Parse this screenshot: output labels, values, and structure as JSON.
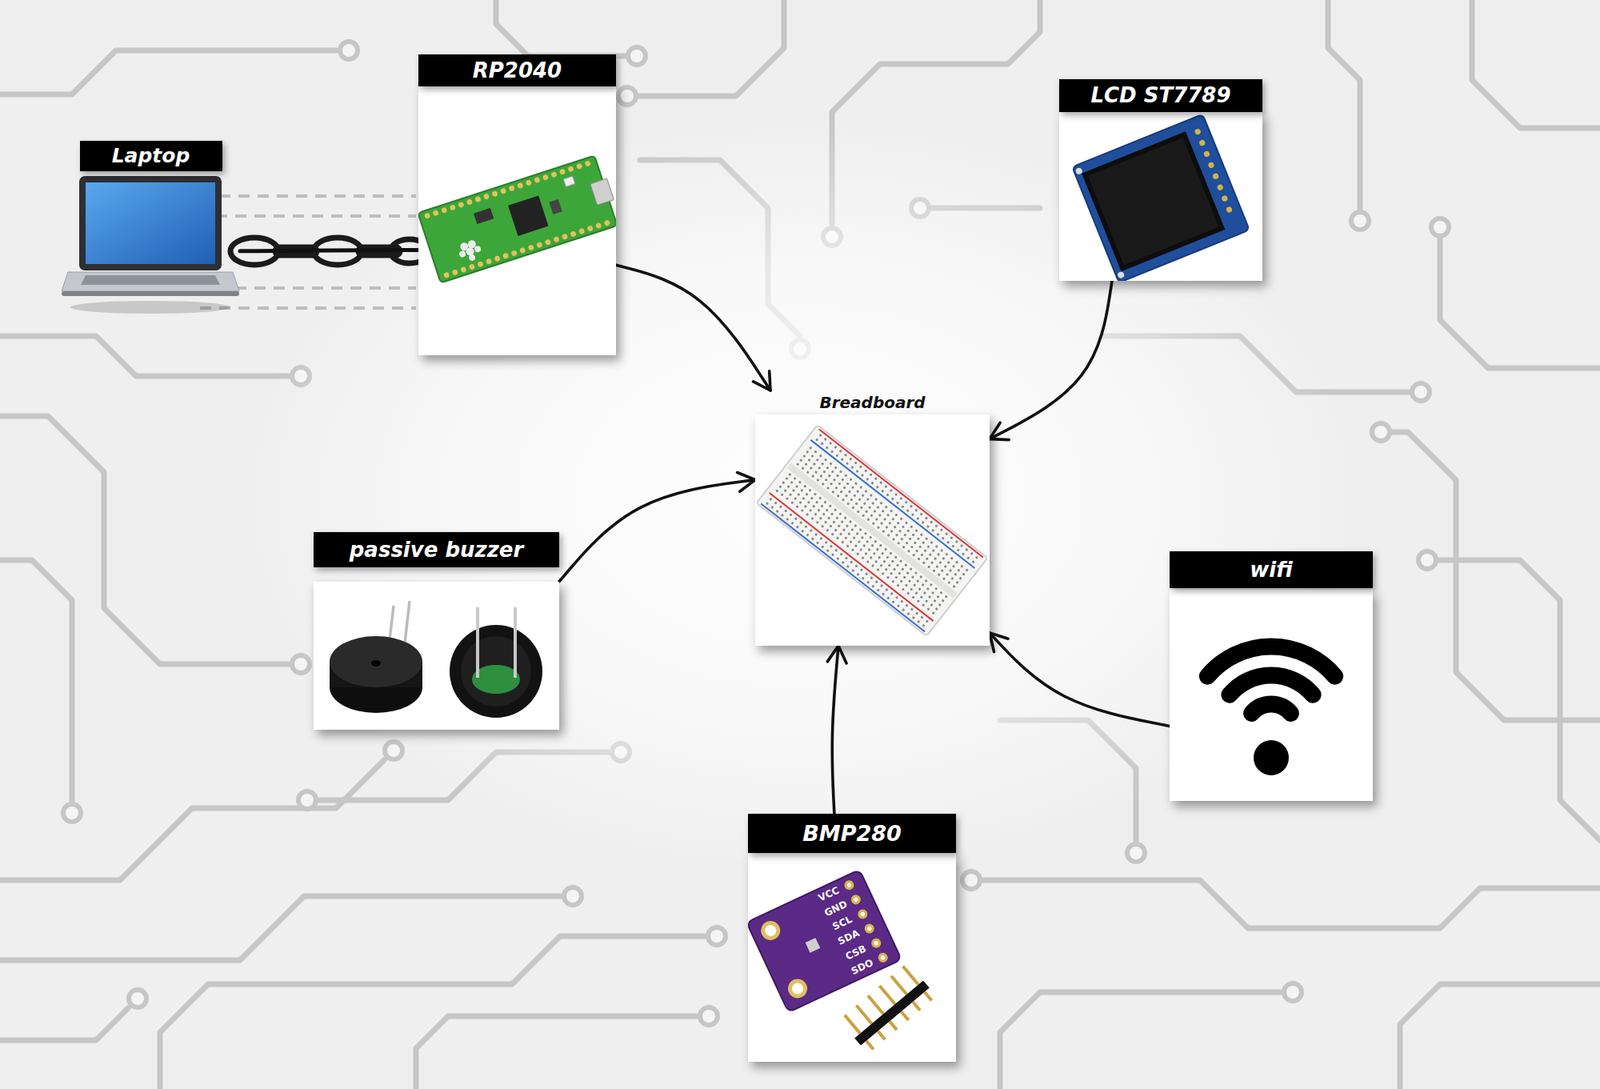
{
  "diagram": {
    "nodes": [
      {
        "text": [
          "RP2040"
        ]
      },
      {
        "text": [
          "LCD ST7789"
        ]
      },
      {
        "text": [
          "Laptop"
        ]
      },
      {
        "text": [
          "Breadboard"
        ]
      },
      {
        "text": [
          "passive buzzer"
        ]
      },
      {
        "text": [
          "wifi"
        ]
      },
      {
        "text": [
          "BMP280"
        ]
      }
    ],
    "edges": [
      {
        "from": 2,
        "to": 0,
        "arrow": "none"
      },
      {
        "from": 0,
        "to": 3,
        "arrow": "to"
      },
      {
        "from": 1,
        "to": 3,
        "arrow": "to"
      },
      {
        "from": 4,
        "to": 3,
        "arrow": "to"
      },
      {
        "from": 5,
        "to": 3,
        "arrow": "to"
      },
      {
        "from": 6,
        "to": 3,
        "arrow": "to"
      }
    ],
    "labels": [
      "VCC",
      "GND",
      "SCL",
      "SDA",
      "CSB",
      "SDO"
    ]
  }
}
